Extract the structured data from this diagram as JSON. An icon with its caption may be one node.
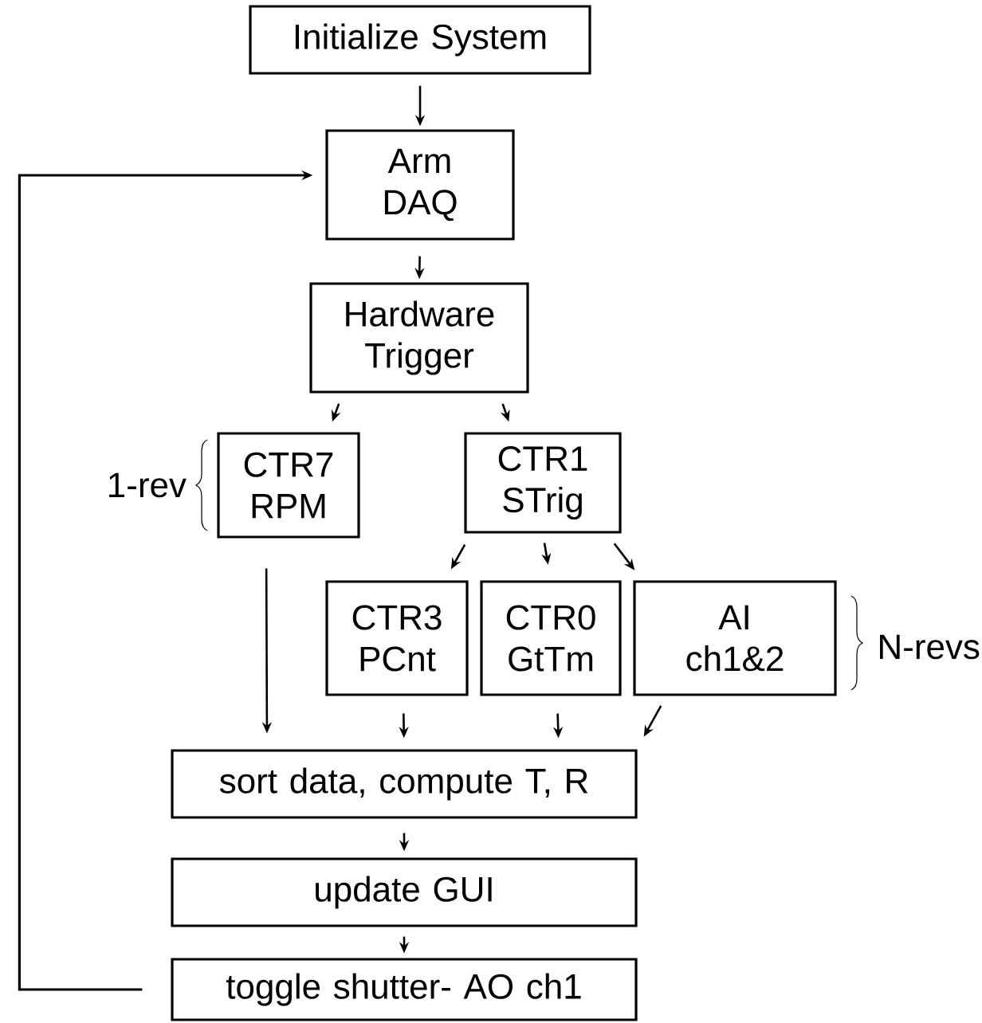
{
  "diagram": {
    "nodes": [
      {
        "text": [
          "Initialize System"
        ]
      },
      {
        "text": [
          "Arm DAQ"
        ]
      },
      {
        "text": [
          "Hardware Trigger"
        ]
      },
      {
        "text": [
          "CTR7 RPM"
        ],
        "beside": [
          "1-rev"
        ]
      },
      {
        "text": [
          "CTR1 STrig"
        ]
      },
      {
        "text": [
          "CTR3 PCnt"
        ]
      },
      {
        "text": [
          "CTR0 GtTm"
        ]
      },
      {
        "text": [
          "AI ch1&2"
        ]
      },
      {
        "text": [
          "sort data, compute T, R"
        ]
      },
      {
        "text": [
          "update GUI"
        ]
      },
      {
        "text": [
          "toggle shutter- AO ch1"
        ]
      }
    ],
    "edges": [
      {
        "from": 0,
        "to": 1,
        "arrow": "to"
      },
      {
        "from": 1,
        "to": 2,
        "arrow": "to"
      },
      {
        "from": 2,
        "to": 3,
        "arrow": "to"
      },
      {
        "from": 2,
        "to": 4,
        "arrow": "to"
      },
      {
        "from": 4,
        "to": 5,
        "arrow": "to"
      },
      {
        "from": 4,
        "to": 6,
        "arrow": "to"
      },
      {
        "from": 4,
        "to": 7,
        "arrow": "to"
      },
      {
        "from": 3,
        "to": 8,
        "arrow": "to"
      },
      {
        "from": 5,
        "to": 8,
        "arrow": "to"
      },
      {
        "from": 6,
        "to": 8,
        "arrow": "to"
      },
      {
        "from": 7,
        "to": 8,
        "arrow": "to"
      },
      {
        "from": 8,
        "to": 9,
        "arrow": "to"
      },
      {
        "from": 9,
        "to": 10,
        "arrow": "to"
      },
      {
        "from": 10,
        "to": 1,
        "arrow": "to"
      }
    ],
    "labels": [
      "N-revs"
    ]
  }
}
